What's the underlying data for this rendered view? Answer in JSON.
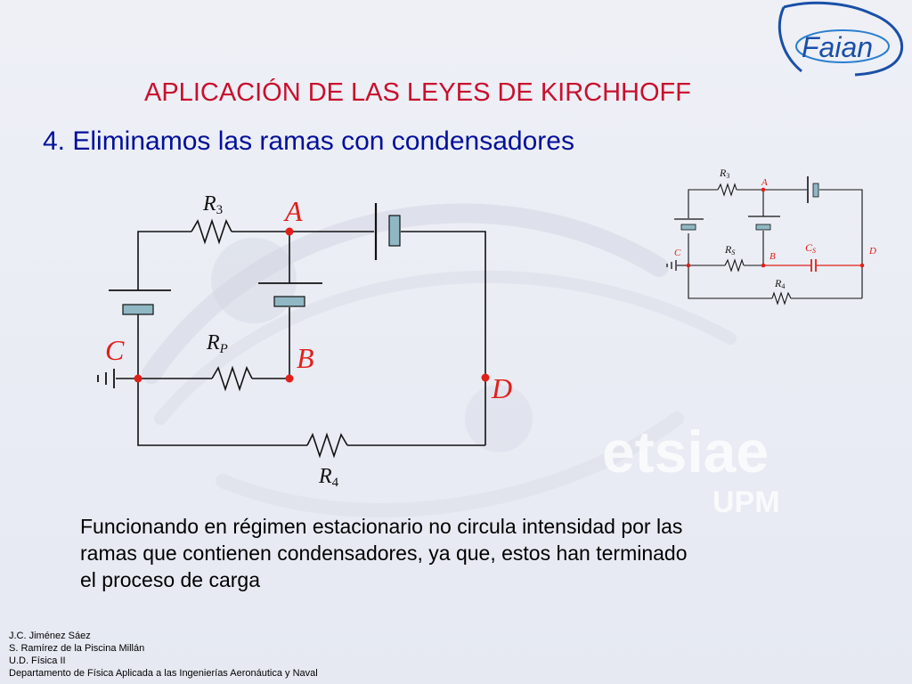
{
  "title": "APLICACIÓN DE LAS LEYES DE KIRCHHOFF",
  "subtitle": "4. Eliminamos las ramas con condensadores",
  "paragraph_lines": [
    "Funcionando en régimen estacionario no circula intensidad por las",
    "ramas que contienen condensadores, ya que, estos han terminado",
    "el proceso de carga"
  ],
  "credits": [
    "J.C. Jiménez Sáez",
    "S. Ramírez de la Piscina Millán",
    "U.D. Física II",
    "Departamento de Física Aplicada a las Ingenierías Aeronáutica y Naval"
  ],
  "logo": {
    "brand": "Faian",
    "school": "etsiae",
    "university": "UPM"
  },
  "main_circuit": {
    "nodes": {
      "a": "A",
      "b": "B",
      "c": "C",
      "d": "D"
    },
    "resistors": {
      "r3": {
        "main": "R",
        "sub": "3"
      },
      "rp": {
        "main": "R",
        "sub": "P"
      },
      "r4": {
        "main": "R",
        "sub": "4"
      }
    }
  },
  "small_circuit": {
    "nodes": {
      "a": "A",
      "b": "B",
      "c": "C",
      "d": "D"
    },
    "resistors": {
      "r3": {
        "main": "R",
        "sub": "3"
      },
      "rs": {
        "main": "R",
        "sub": "S"
      },
      "r4": {
        "main": "R",
        "sub": "4"
      }
    },
    "capacitor": {
      "main": "C",
      "sub": "S"
    }
  },
  "colors": {
    "title": "#c8102e",
    "subtitle": "#00109a",
    "node_dot": "#e0201a",
    "wire": "#111111",
    "plate": "#8fb8c4",
    "capacitor_branch": "#e0201a"
  }
}
